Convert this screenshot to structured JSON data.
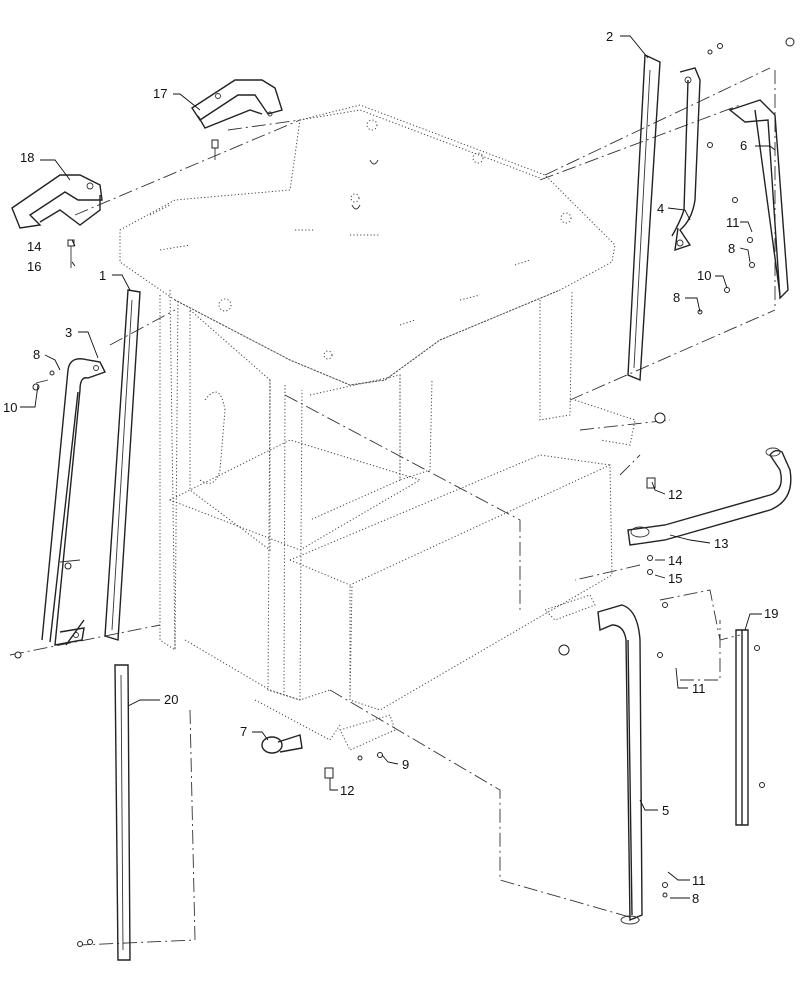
{
  "callouts": {
    "c1": "1",
    "c2": "2",
    "c3": "3",
    "c4": "4",
    "c5": "5",
    "c6": "6",
    "c7": "7",
    "c8a": "8",
    "c8b": "8",
    "c8c": "8",
    "c8d": "8",
    "c9": "9",
    "c10a": "10",
    "c10b": "10",
    "c11a": "11",
    "c11b": "11",
    "c11c": "11",
    "c12a": "12",
    "c12b": "12",
    "c13": "13",
    "c14a": "14",
    "c14b": "14",
    "c15": "15",
    "c16": "16",
    "c17": "17",
    "c18": "18",
    "c19": "19",
    "c20": "20"
  }
}
